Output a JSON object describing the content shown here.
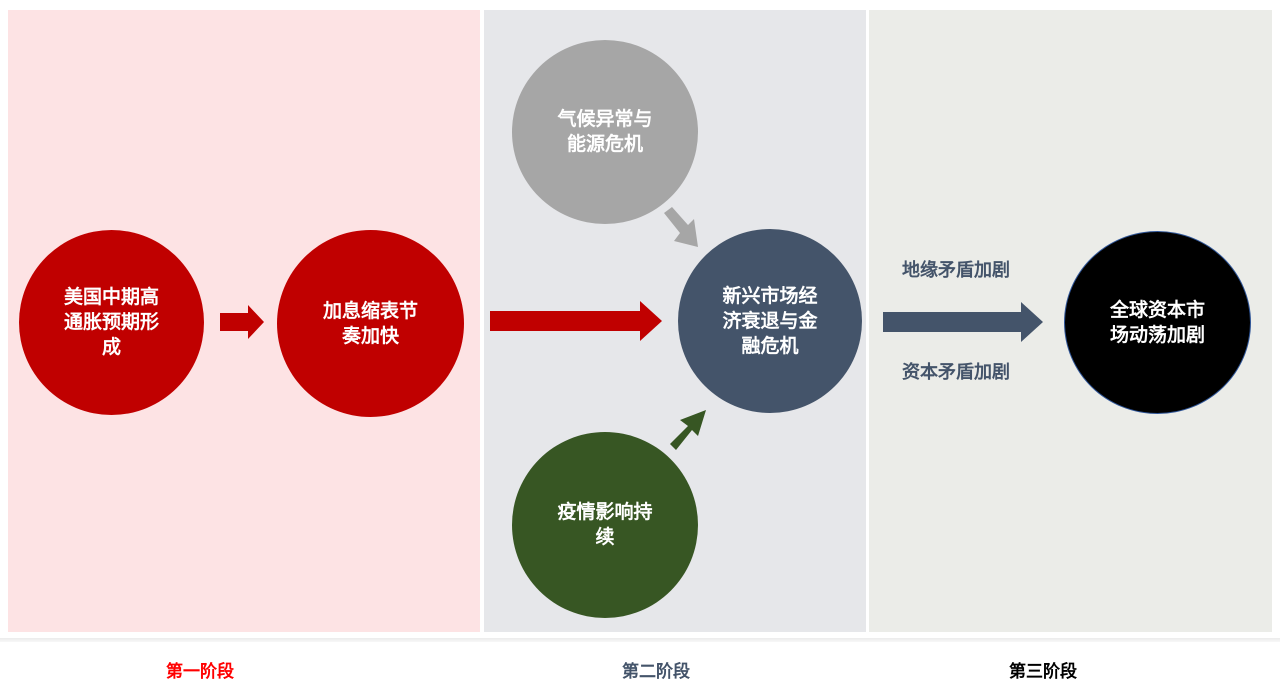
{
  "stages": [
    {
      "label": "第一阶段",
      "color": "#ff0000"
    },
    {
      "label": "第二阶段",
      "color": "#44546a"
    },
    {
      "label": "第三阶段",
      "color": "#000000"
    }
  ],
  "nodes": {
    "us_inflation": {
      "lines": [
        "美国中期高",
        "通胀预期形",
        "成"
      ],
      "color": "#c00000"
    },
    "rate_hike": {
      "lines": [
        "加息缩表节",
        "奏加快"
      ],
      "color": "#c00000"
    },
    "climate_energy": {
      "lines": [
        "气候异常与",
        "能源危机"
      ],
      "color": "#a6a6a6"
    },
    "emerging_crisis": {
      "lines": [
        "新兴市场经",
        "济衰退与金",
        "融危机"
      ],
      "color": "#44546a"
    },
    "pandemic": {
      "lines": [
        "疫情影响持",
        "续"
      ],
      "color": "#375623"
    },
    "global_turmoil": {
      "lines": [
        "全球资本市",
        "场动荡加剧"
      ],
      "color": "#000000"
    }
  },
  "annotations": {
    "geo_conflict": "地缘矛盾加剧",
    "capital_conflict": "资本矛盾加剧"
  },
  "panel_colors": [
    "#fde3e4",
    "#e6e7ea",
    "#ebece8"
  ]
}
